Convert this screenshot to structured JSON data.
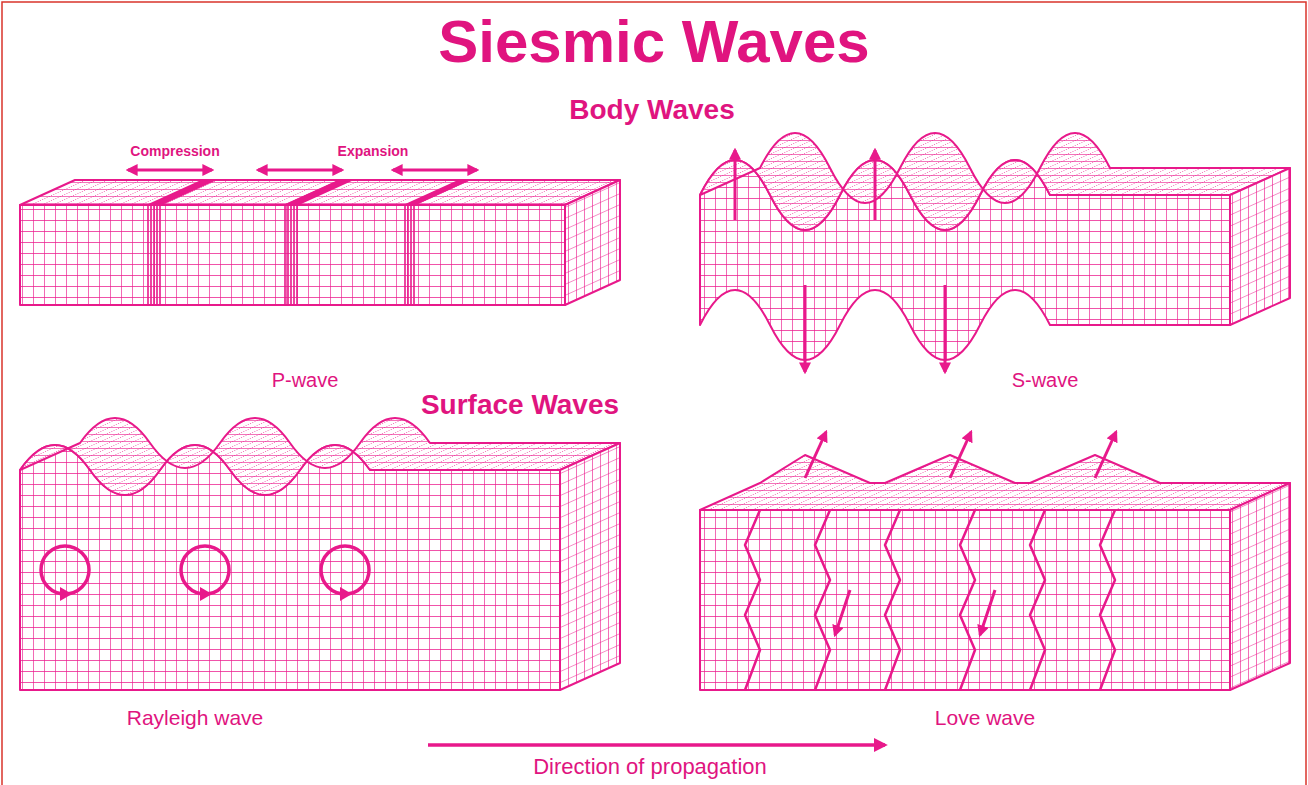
{
  "diagram": {
    "title": "Siesmic Waves",
    "labels": [
      "Body Waves",
      "Compression",
      "Expansion",
      "P-wave",
      "S-wave",
      "Surface Waves",
      "Rayleigh wave",
      "Love wave",
      "Direction of propagation"
    ]
  }
}
